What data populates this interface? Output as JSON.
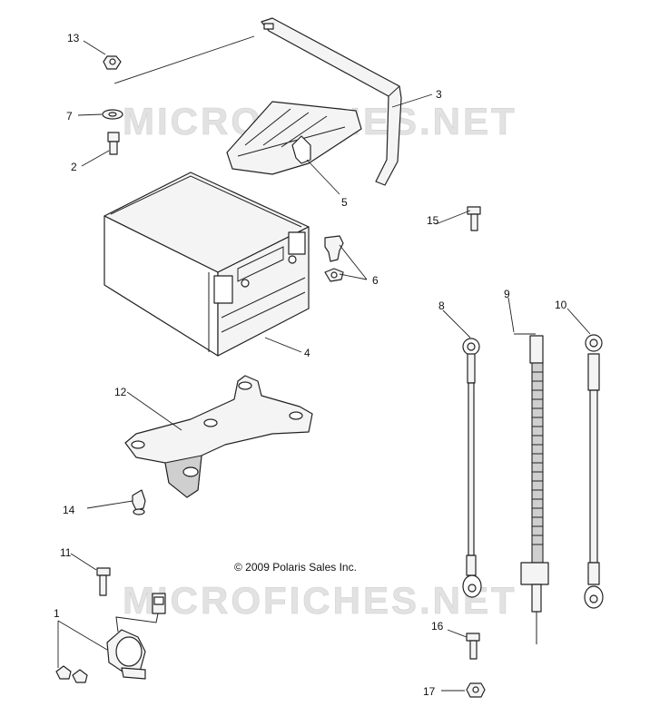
{
  "copyright": "© 2009 Polaris Sales Inc.",
  "watermark": "MICROFICHES.NET",
  "callouts": {
    "c1": "1",
    "c2": "2",
    "c3": "3",
    "c4": "4",
    "c5": "5",
    "c6": "6",
    "c7": "7",
    "c8": "8",
    "c9": "9",
    "c10": "10",
    "c11": "11",
    "c12": "12",
    "c13": "13",
    "c14": "14",
    "c15": "15",
    "c16": "16",
    "c17": "17"
  }
}
